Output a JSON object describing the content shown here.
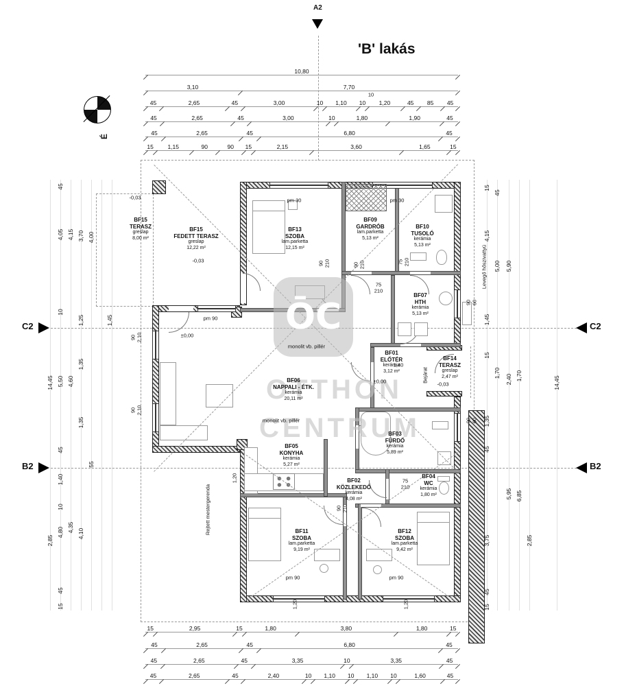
{
  "meta": {
    "title": "'B' lakás",
    "sheet_marker": "A2",
    "north_label": "É"
  },
  "section_markers": {
    "c2": "C2",
    "b2": "B2"
  },
  "watermark": {
    "logo": "ŌC",
    "line1": "OTTHON",
    "line2": "CENTRUM"
  },
  "rooms": [
    {
      "id": "BF15",
      "name": "TERASZ",
      "material": "greslap",
      "area": "8,00 m²"
    },
    {
      "id": "BF15",
      "name": "FEDETT TERASZ",
      "material": "greslap",
      "area": "12,22 m²"
    },
    {
      "id": "BF13",
      "name": "SZOBA",
      "material": "lam.parketta",
      "area": "12,15 m²"
    },
    {
      "id": "BF09",
      "name": "GARDRÓB",
      "material": "lam.parketta",
      "area": "5,13 m²"
    },
    {
      "id": "BF10",
      "name": "TUSOLÓ",
      "material": "kerámia",
      "area": "5,13 m²"
    },
    {
      "id": "BF07",
      "name": "HTH",
      "material": "kerámia",
      "area": "5,13 m²"
    },
    {
      "id": "BF01",
      "name": "ELŐTÉR",
      "material": "kerámia",
      "area": "3,12 m²"
    },
    {
      "id": "BF14",
      "name": "TERASZ",
      "material": "greslap",
      "area": "2,47 m²"
    },
    {
      "id": "BF06",
      "name": "NAPPALI - ÉTK.",
      "material": "kerámia",
      "area": "20,11 m²"
    },
    {
      "id": "BF05",
      "name": "KONYHA",
      "material": "kerámia",
      "area": "5,27 m²"
    },
    {
      "id": "BF03",
      "name": "FÜRDŐ",
      "material": "kerámia",
      "area": "5,89 m²"
    },
    {
      "id": "BF02",
      "name": "KÖZLEKEDŐ",
      "material": "kerámia",
      "area": "4,08 m²"
    },
    {
      "id": "BF04",
      "name": "WC",
      "material": "kerámia",
      "area": "1,80 m²"
    },
    {
      "id": "BF11",
      "name": "SZOBA",
      "material": "lam.parketta",
      "area": "9,19 m²"
    },
    {
      "id": "BF12",
      "name": "SZOBA",
      "material": "lam.parketta",
      "area": "9,42 m²"
    }
  ],
  "annotations": [
    "-0,03",
    "-0,03",
    "pm 30",
    "pm 30",
    "90\n210",
    "90\n210",
    "75\n210",
    "75\n210",
    "pm 90",
    "±0,00",
    "90\n2,10",
    "90\n2,10",
    "monolit vb. pillér",
    "monolit vb. pillér",
    "±0,00",
    "-0,03",
    "Bejárat",
    "Levegő hőszivattyú",
    "Rejtett mestergerenda",
    "pm 90",
    "pm 90",
    "90\n60",
    "90\n60",
    "75\n210",
    "90\n210",
    "1,20",
    "1,20",
    "1,20",
    "1,40",
    "10"
  ],
  "dims": {
    "top_rows": [
      [
        "10,80"
      ],
      [
        "3,10",
        "7,70"
      ],
      [
        "45",
        "2,65",
        "45",
        "3,00",
        "10",
        "1,10",
        "10",
        "1,20",
        "45",
        "85",
        "45"
      ],
      [
        "45",
        "2,65",
        "45",
        "3,00",
        "10",
        "1,80",
        "1,90",
        "45"
      ],
      [
        "45",
        "2,65",
        "45",
        "6,80",
        "45"
      ],
      [
        "15",
        "1,15",
        "90",
        "90",
        "15",
        "2,15",
        "3,60",
        "1,65",
        "15"
      ]
    ],
    "bottom_rows": [
      [
        "15",
        "2,95",
        "15",
        "1,80",
        "3,80",
        "1,80",
        "15"
      ],
      [
        "45",
        "2,65",
        "45",
        "6,80",
        "45"
      ],
      [
        "45",
        "2,65",
        "45",
        "3,35",
        "10",
        "3,35",
        "45"
      ],
      [
        "45",
        "2,65",
        "45",
        "2,40",
        "10",
        "1,10",
        "10",
        "1,10",
        "10",
        "1,60",
        "45"
      ]
    ],
    "left": [
      "45",
      "4,05",
      "4,15",
      "3,70",
      "4,00",
      "10",
      "1,25",
      "1,45",
      "14,45",
      "5,50",
      "4,60",
      "1,35",
      "1,35",
      "45",
      "55",
      "1,40",
      "10",
      "4,80",
      "4,35",
      "4,10",
      "2,85",
      "45",
      "15"
    ],
    "right": [
      "15",
      "45",
      "4,15",
      "5,00",
      "5,90",
      "1,45",
      "15",
      "1,70",
      "2,40",
      "14,45",
      "1,35",
      "45",
      "5,95",
      "6,85",
      "3,75",
      "2,85",
      "45",
      "15",
      "1,70"
    ]
  }
}
